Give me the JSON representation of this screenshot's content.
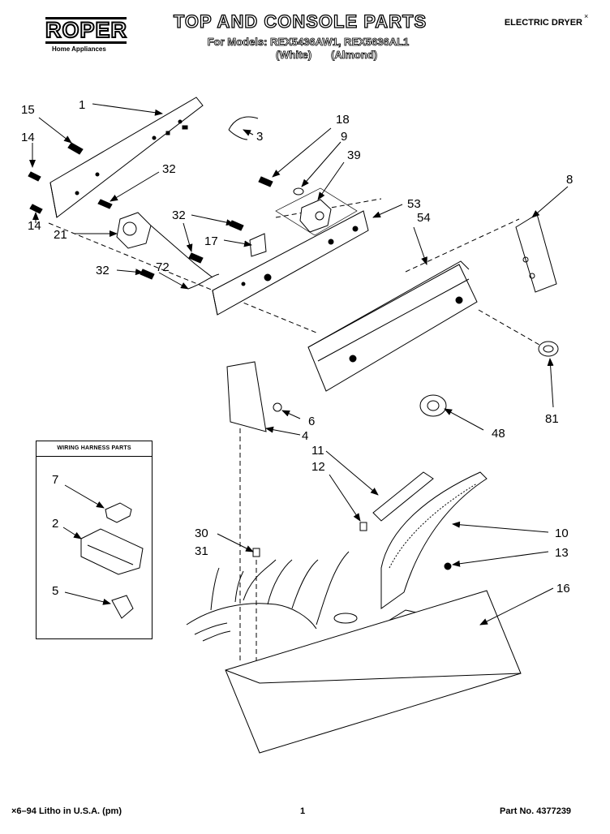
{
  "header": {
    "brand": "ROPER",
    "brand_sub": "Home Appliances",
    "title": "TOP AND CONSOLE PARTS",
    "models_line": "For Models: REX5436AW1, REX5636AL1",
    "color_white": "(White)",
    "color_almond": "(Almond)",
    "doc_type": "ELECTRIC DRYER",
    "mark": "×"
  },
  "inset": {
    "title": "WIRING HARNESS PARTS"
  },
  "callouts": {
    "c1": "1",
    "c15": "15",
    "c14a": "14",
    "c14b": "14",
    "c3": "3",
    "c18": "18",
    "c9": "9",
    "c39": "39",
    "c32a": "32",
    "c21": "21",
    "c32b": "32",
    "c17": "17",
    "c32c": "32",
    "c72": "72",
    "c53": "53",
    "c54": "54",
    "c8": "8",
    "c81": "81",
    "c48": "48",
    "c6": "6",
    "c4": "4",
    "c11": "11",
    "c12": "12",
    "c10": "10",
    "c13": "13",
    "c16": "16",
    "c30": "30",
    "c31": "31",
    "c7": "7",
    "c2": "2",
    "c5": "5"
  },
  "footer": {
    "litho": "×6–94 Litho in U.S.A. (pm)",
    "page": "1",
    "part_no": "Part No. 4377239"
  }
}
